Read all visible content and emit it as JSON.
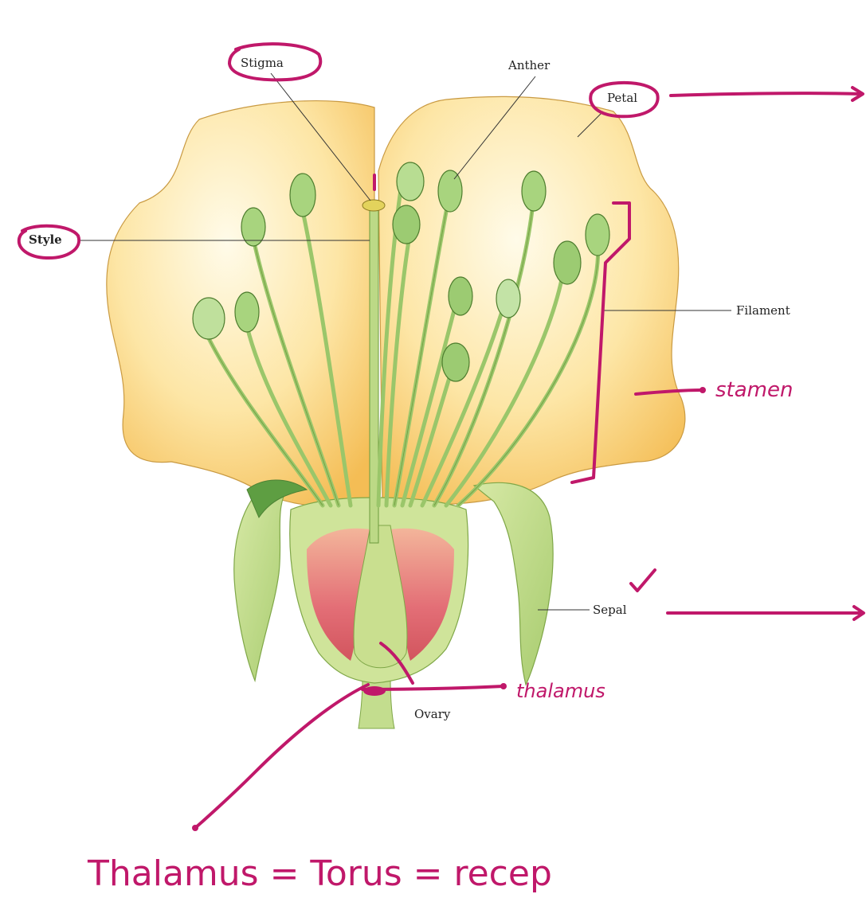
{
  "diagram": {
    "labels": {
      "stigma": "Stigma",
      "anther": "Anther",
      "petal": "Petal",
      "style": "Style",
      "filament": "Filament",
      "sepal": "Sepal",
      "ovary": "Ovary"
    },
    "annotations": {
      "stamen": "stamen",
      "thalamus": "thalamus",
      "synonyms": "Thalamus = Torus = recep"
    },
    "colors": {
      "annotation_ink": "#c0186a",
      "petal_fill": "#fde6a6",
      "petal_shade": "#f6c25a",
      "stamen_green": "#9fca6a",
      "ovary_red": "#e0707a",
      "label_ink": "#222222"
    }
  }
}
